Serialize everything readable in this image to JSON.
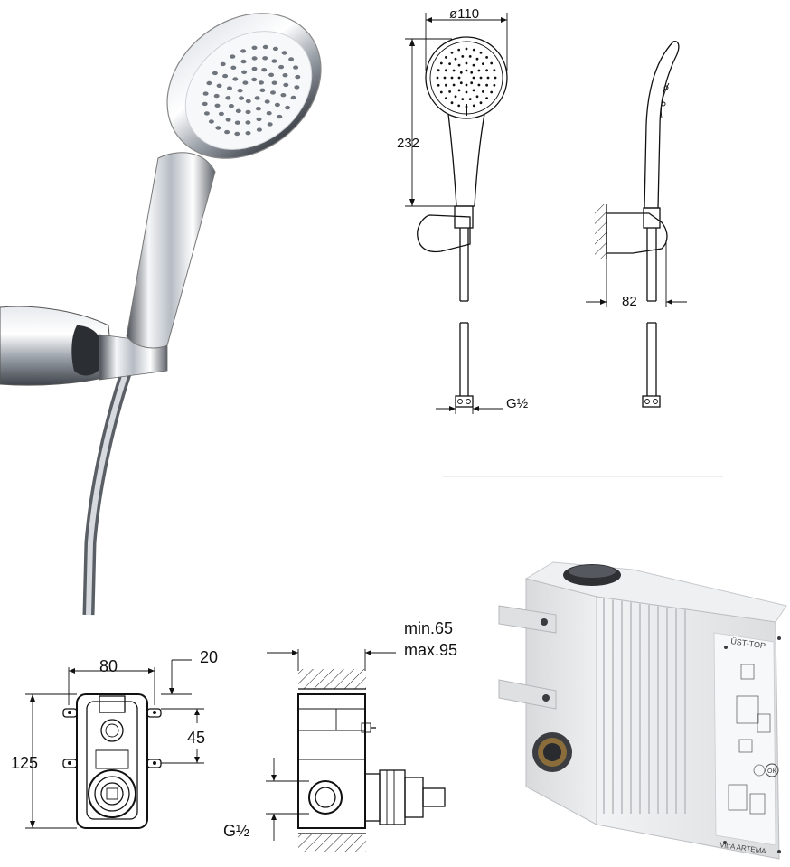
{
  "dimensions": {
    "head_diameter": "ø110",
    "handset_length": "232",
    "wall_offset": "82",
    "hose_thread": "G½",
    "box_width": "80",
    "box_top_offset": "20",
    "box_height": "125",
    "box_inner_spacing": "45",
    "depth_min": "min.65",
    "depth_max": "max.95",
    "box_thread": "G½"
  },
  "product_box_labels": {
    "top_label": "ÜST-TOP",
    "bottom_label": "VitrA ARTEMA",
    "ok_label": "OK"
  },
  "colors": {
    "chrome_dark": "#3a3d42",
    "chrome_mid": "#9aa0a8",
    "chrome_light": "#e9ecef",
    "box_plastic": "#e6e7e8",
    "drawing_line": "#111111"
  }
}
